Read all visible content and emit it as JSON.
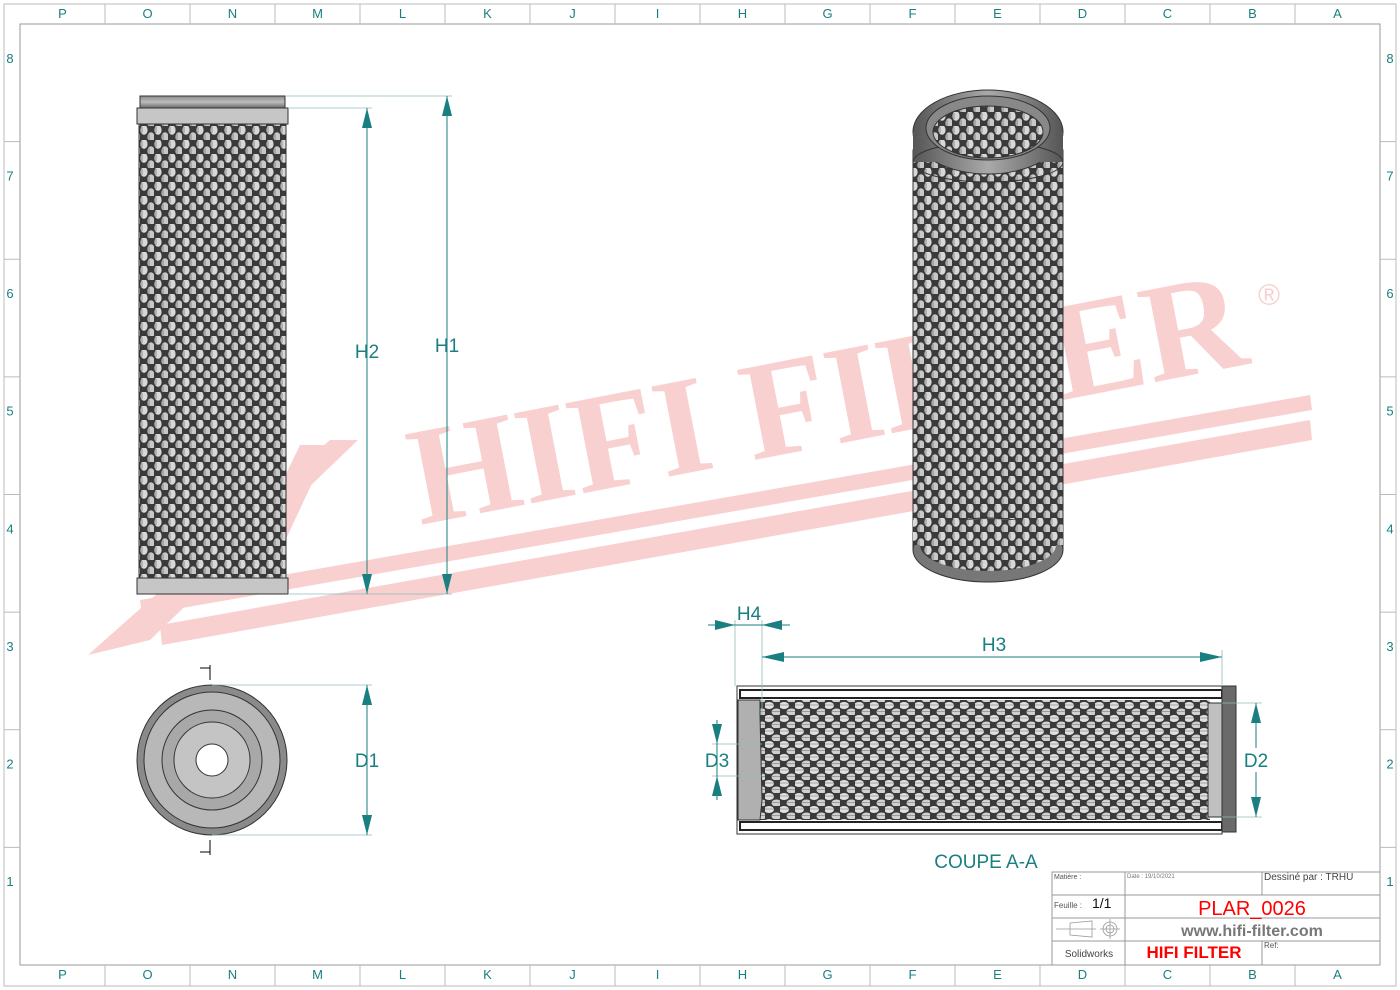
{
  "sheet": {
    "columns": [
      "P",
      "O",
      "N",
      "M",
      "L",
      "K",
      "J",
      "I",
      "H",
      "G",
      "F",
      "E",
      "D",
      "C",
      "B",
      "A"
    ],
    "rows": [
      "8",
      "7",
      "6",
      "5",
      "4",
      "3",
      "2",
      "1"
    ]
  },
  "watermark": {
    "text": "HIFI FILTER",
    "registered": "®",
    "color": "#f7c8c8"
  },
  "dimensions": {
    "h1": "H1",
    "h2": "H2",
    "h3": "H3",
    "h4": "H4",
    "d1": "D1",
    "d2": "D2",
    "d3": "D3"
  },
  "section_label": "COUPE A-A",
  "title_block": {
    "matiere_label": "Matière :",
    "date": "Date : 19/10/2021",
    "drawn_by": "Dessiné par : TRHU",
    "feuille_label": "Feuille :",
    "feuille_value": "1/1",
    "drawing_number": "PLAR_0026",
    "website": "www.hifi-filter.com",
    "software": "Solidworks",
    "brand": "HIFI FILTER",
    "ref_label": "Ref:"
  },
  "colors": {
    "dimension": "#1a7f80",
    "brand_red": "#ff0000"
  }
}
